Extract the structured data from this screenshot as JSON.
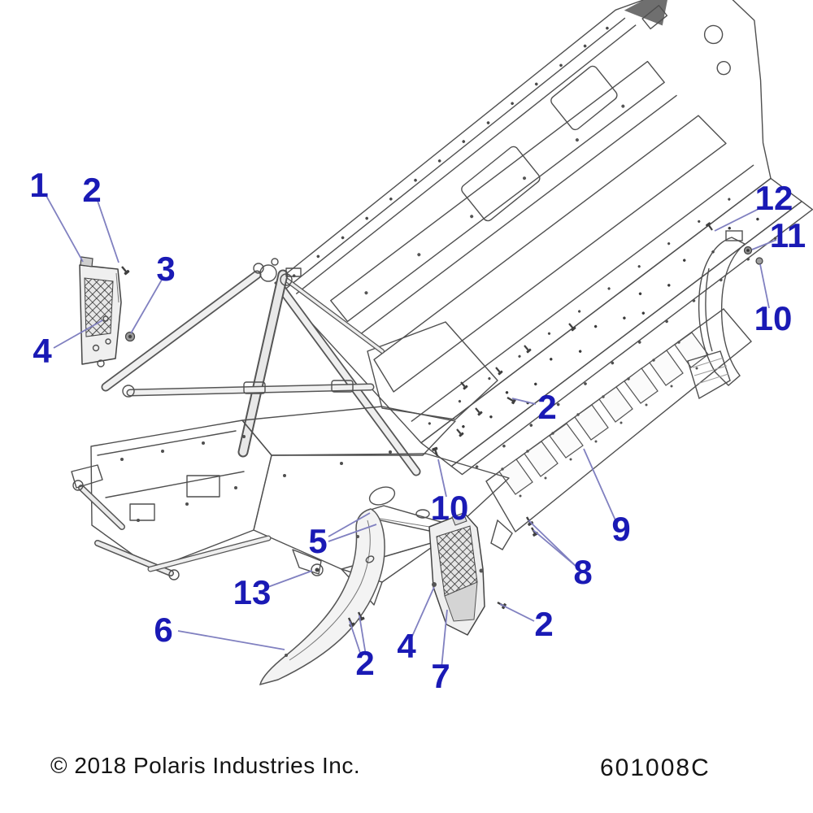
{
  "footer": {
    "copyright": "© 2018 Polaris Industries Inc.",
    "part_number": "601008C"
  },
  "callouts": [
    {
      "label": "1"
    },
    {
      "label": "2"
    },
    {
      "label": "3"
    },
    {
      "label": "4"
    },
    {
      "label": "12"
    },
    {
      "label": "11"
    },
    {
      "label": "10"
    },
    {
      "label": "2"
    },
    {
      "label": "9"
    },
    {
      "label": "8"
    },
    {
      "label": "10"
    },
    {
      "label": "5"
    },
    {
      "label": "13"
    },
    {
      "label": "6"
    },
    {
      "label": "2"
    },
    {
      "label": "4"
    },
    {
      "label": "7"
    },
    {
      "label": "2"
    }
  ],
  "colors": {
    "callout_blue": "#1a1ab5",
    "leader_blue": "#8080c0",
    "line_art_gray": "#4f4f4f",
    "shade_gray": "#b4b4b4",
    "background": "#ffffff"
  }
}
